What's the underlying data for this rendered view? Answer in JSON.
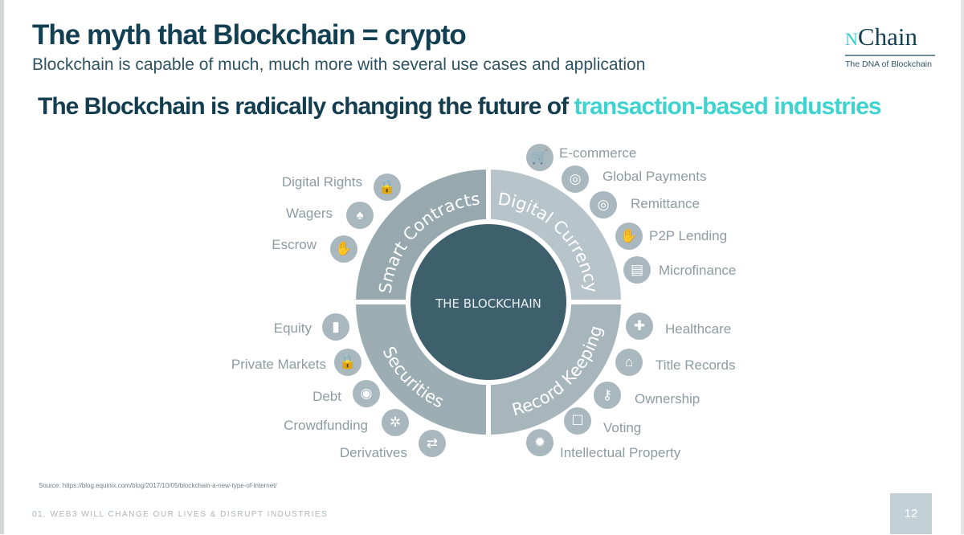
{
  "header": {
    "title": "The myth that Blockchain = crypto",
    "subtitle": "Blockchain is capable of much, much more with several use cases and application",
    "headline_prefix": "The Blockchain is radically changing the future of ",
    "headline_highlight": "transaction-based industries"
  },
  "logo": {
    "name": "NChain",
    "tagline": "The DNA of Blockchain"
  },
  "diagram": {
    "center": "THE BLOCKCHAIN",
    "segments": [
      "Smart Contracts",
      "Digital Currency",
      "Securities",
      "Record Keeping"
    ],
    "left_items": [
      {
        "label": "Digital Rights",
        "icon": "lock-icon"
      },
      {
        "label": "Wagers",
        "icon": "card-suits-icon"
      },
      {
        "label": "Escrow",
        "icon": "handshake-icon"
      },
      {
        "label": "Equity",
        "icon": "bar-chart-icon"
      },
      {
        "label": "Private Markets",
        "icon": "lock-icon"
      },
      {
        "label": "Debt",
        "icon": "hand-coin-icon"
      },
      {
        "label": "Crowdfunding",
        "icon": "people-network-icon"
      },
      {
        "label": "Derivatives",
        "icon": "exchange-arrows-icon"
      }
    ],
    "right_items": [
      {
        "label": "E-commerce",
        "icon": "cart-icon"
      },
      {
        "label": "Global Payments",
        "icon": "globe-icon"
      },
      {
        "label": "Remittance",
        "icon": "globe-transfer-icon"
      },
      {
        "label": "P2P Lending",
        "icon": "hand-money-icon"
      },
      {
        "label": "Microfinance",
        "icon": "money-icon"
      },
      {
        "label": "Healthcare",
        "icon": "medical-folder-icon"
      },
      {
        "label": "Title Records",
        "icon": "house-icon"
      },
      {
        "label": "Ownership",
        "icon": "key-icon"
      },
      {
        "label": "Voting",
        "icon": "ballot-box-icon"
      },
      {
        "label": "Intellectual Property",
        "icon": "lightbulb-icon"
      }
    ]
  },
  "colors": {
    "dark": "#133f52",
    "accent": "#3fd3cf",
    "center": "#3e5f6c",
    "smart_contracts": "#97a9af",
    "digital_currency": "#b7c5ca",
    "securities": "#9cadb3",
    "record_keeping": "#a7b6bb"
  },
  "source": "Source: https://blog.equinix.com/blog/2017/10/05/blockchain-a-new-type-of-internet/",
  "footer": {
    "section": "01. WEB3 WILL CHANGE OUR LIVES & DISRUPT INDUSTRIES",
    "page": "12"
  }
}
